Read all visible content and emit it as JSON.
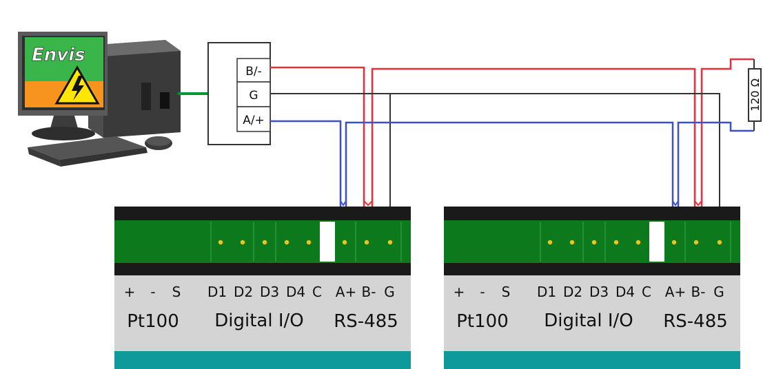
{
  "computer": {
    "logo_text": "Envis",
    "icon": "high-voltage-warning-icon",
    "colors": {
      "screen_top": "#39b54a",
      "screen_bottom": "#f7941d",
      "cable": "#009933"
    }
  },
  "converter": {
    "terminals": [
      {
        "id": "b",
        "label": "B/-"
      },
      {
        "id": "g",
        "label": "G"
      },
      {
        "id": "a",
        "label": "A/+"
      }
    ]
  },
  "terminator": {
    "label": "120 Ω"
  },
  "wires": {
    "colors": {
      "b": "#e8303a",
      "g": "#333333",
      "a": "#3b4fd0"
    }
  },
  "modules": [
    {
      "terminal_labels": [
        "+",
        "-",
        "S",
        "D1",
        "D2",
        "D3",
        "D4",
        "C",
        "A+",
        "B-",
        "G"
      ],
      "group_labels": [
        "Pt100",
        "Digital I/O",
        "RS-485"
      ]
    },
    {
      "terminal_labels": [
        "+",
        "-",
        "S",
        "D1",
        "D2",
        "D3",
        "D4",
        "C",
        "A+",
        "B-",
        "G"
      ],
      "group_labels": [
        "Pt100",
        "Digital I/O",
        "RS-485"
      ]
    }
  ],
  "colors": {
    "module_green": "#0c7a1c",
    "module_black": "#1a1a1a",
    "module_gray": "#d4d4d4",
    "module_teal": "#0e9a9a",
    "pin_yellow": "#f2c21a"
  }
}
